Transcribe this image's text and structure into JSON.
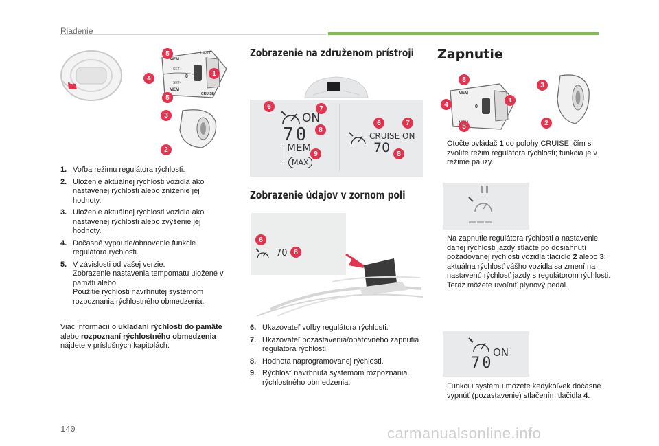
{
  "header": {
    "section": "Riadenie"
  },
  "page_number": "140",
  "watermark": "carmanualsonline.info",
  "callouts": {
    "c1": "1",
    "c2": "2",
    "c3": "3",
    "c4": "4",
    "c5": "5",
    "c6": "6",
    "c7": "7",
    "c8": "8",
    "c9": "9"
  },
  "stalk_labels": {
    "mem": "MEM",
    "limit": "LIMIT",
    "set_plus": "SET+",
    "set_minus": "SET-",
    "zero": "0",
    "cruise": "CRUISE"
  },
  "left_list": [
    {
      "n": "1.",
      "t": "Voľba režimu regulátora rýchlosti."
    },
    {
      "n": "2.",
      "t": "Uloženie aktuálnej rýchlosti vozidla ako nastavenej rýchlosti alebo zníženie jej hodnoty."
    },
    {
      "n": "3.",
      "t": "Uloženie aktuálnej rýchlosti vozidla ako nastavenej rýchlosti alebo zvýšenie jej hodnoty."
    },
    {
      "n": "4.",
      "t": "Dočasné vypnutie/obnovenie funkcie regulátora rýchlosti."
    },
    {
      "n": "5.",
      "t": "V závislosti od vašej verzie."
    }
  ],
  "item5_extra": {
    "line1": "Zobrazenie nastavenia tempomatu uložené v pamäti alebo",
    "line2": "Použitie rýchlosti navrhnutej systémom rozpoznania rýchlostného obmedzenia."
  },
  "left_note": {
    "pre": "Viac informácií o ",
    "b1": "ukladaní rýchlostí do pamäte",
    "mid": " alebo ",
    "b2": "rozpoznaní rýchlostného obmedzenia",
    "post": " nájdete v príslušných kapitolách."
  },
  "mid_title1": "Zobrazenie na združenom prístroji",
  "mid_title2": "Zobrazenie údajov v zornom poli",
  "display": {
    "on": "ON",
    "speed": "70",
    "mem": "MEM",
    "max": "MAX",
    "cruise_on": "CRUISE ON"
  },
  "mid_list": [
    {
      "n": "6.",
      "t": "Ukazovateľ voľby regulátora rýchlosti."
    },
    {
      "n": "7.",
      "t": "Ukazovateľ pozastavenia/opätovného zapnutia regulátora rýchlosti."
    },
    {
      "n": "8.",
      "t": "Hodnota naprogramovanej rýchlosti."
    },
    {
      "n": "9.",
      "t": "Rýchlosť navrhnutá systémom rozpoznania rýchlostného obmedzenia."
    }
  ],
  "right_title": "Zapnutie",
  "bullet_mark": "",
  "right_bullets": [
    {
      "pre": "Otočte ovládač ",
      "b": "1",
      "post": " do polohy CRUISE, čím si zvolíte režim regulátora rýchlosti; funkcia je v režime pauzy."
    },
    {
      "pre": "Na zapnutie regulátora rýchlosti a nastavenie danej rýchlosti jazdy stlačte po dosiahnutí požadovanej rýchlosti vozidla tlačidlo ",
      "b": "2",
      "mid": " alebo ",
      "b2": "3",
      "post": ": aktuálna rýchlosť vášho vozidla sa zmení na nastavenú rýchlosť jazdy s regulátorom rýchlosti.",
      "extra": "Teraz môžete uvoľniť plynový pedál."
    },
    {
      "pre": "Funkciu systému môžete kedykoľvek dočasne vypnúť (pozastavenie) stlačením tlačidla ",
      "b": "4",
      "post": "."
    }
  ]
}
